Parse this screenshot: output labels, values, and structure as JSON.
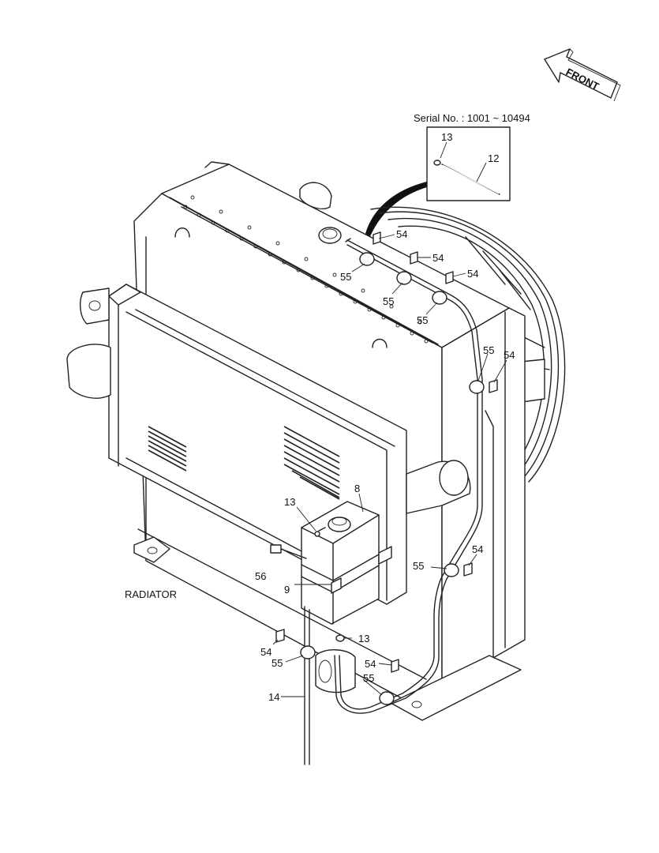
{
  "serial_note": "Serial No. : 1001 ~ 10494",
  "front_label": "FRONT",
  "assembly_label": "RADIATOR",
  "callouts": {
    "c54a": "54",
    "c54b": "54",
    "c54c": "54",
    "c54d": "54",
    "c54e": "54",
    "c54f": "54",
    "c54g": "54",
    "c55a": "55",
    "c55b": "55",
    "c55c": "55",
    "c55d": "55",
    "c55e": "55",
    "c55f": "55",
    "c55g": "55",
    "c13a": "13",
    "c13b": "13",
    "c13c": "13",
    "c12": "12",
    "c8": "8",
    "c9": "9",
    "c56": "56",
    "c14": "14"
  }
}
